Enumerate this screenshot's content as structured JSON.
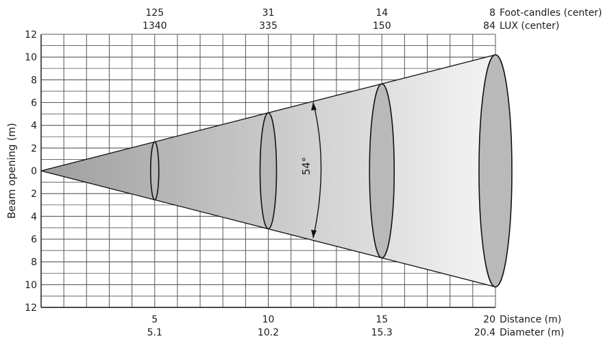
{
  "chart_data": {
    "type": "beam-diagram",
    "title_visible_fragment": "",
    "beam_angle_label": "54°",
    "ylabel": "Beam opening (m)",
    "y_ticks": [
      "12",
      "10",
      "8",
      "6",
      "4",
      "2",
      "0",
      "2",
      "4",
      "6",
      "8",
      "10",
      "12"
    ],
    "ylim": [
      -12,
      12
    ],
    "xlim": [
      0,
      20
    ],
    "distance_label": "Distance (m)",
    "diameter_label": "Diameter (m)",
    "footcandles_label": "Foot-candles (center)",
    "lux_label": "LUX (center)",
    "grid": true,
    "points": [
      {
        "distance": 5,
        "distance_label": "5",
        "diameter": "5.1",
        "footcandles": "125",
        "lux": "1340",
        "radius": 2.55
      },
      {
        "distance": 10,
        "distance_label": "10",
        "diameter": "10.2",
        "footcandles": "31",
        "lux": "335",
        "radius": 5.1
      },
      {
        "distance": 15,
        "distance_label": "15",
        "diameter": "15.3",
        "footcandles": "14",
        "lux": "150",
        "radius": 7.65
      },
      {
        "distance": 20,
        "distance_label": "20",
        "diameter": "20.4",
        "footcandles": "8",
        "lux": "84",
        "radius": 10.2
      }
    ]
  },
  "colors": {
    "grid": "#555555",
    "cone_fill_dark": "#9e9e9e",
    "cone_fill_light": "#f4f4f4",
    "ellipse_fill": "#b9b9b9",
    "outline": "#111111"
  }
}
